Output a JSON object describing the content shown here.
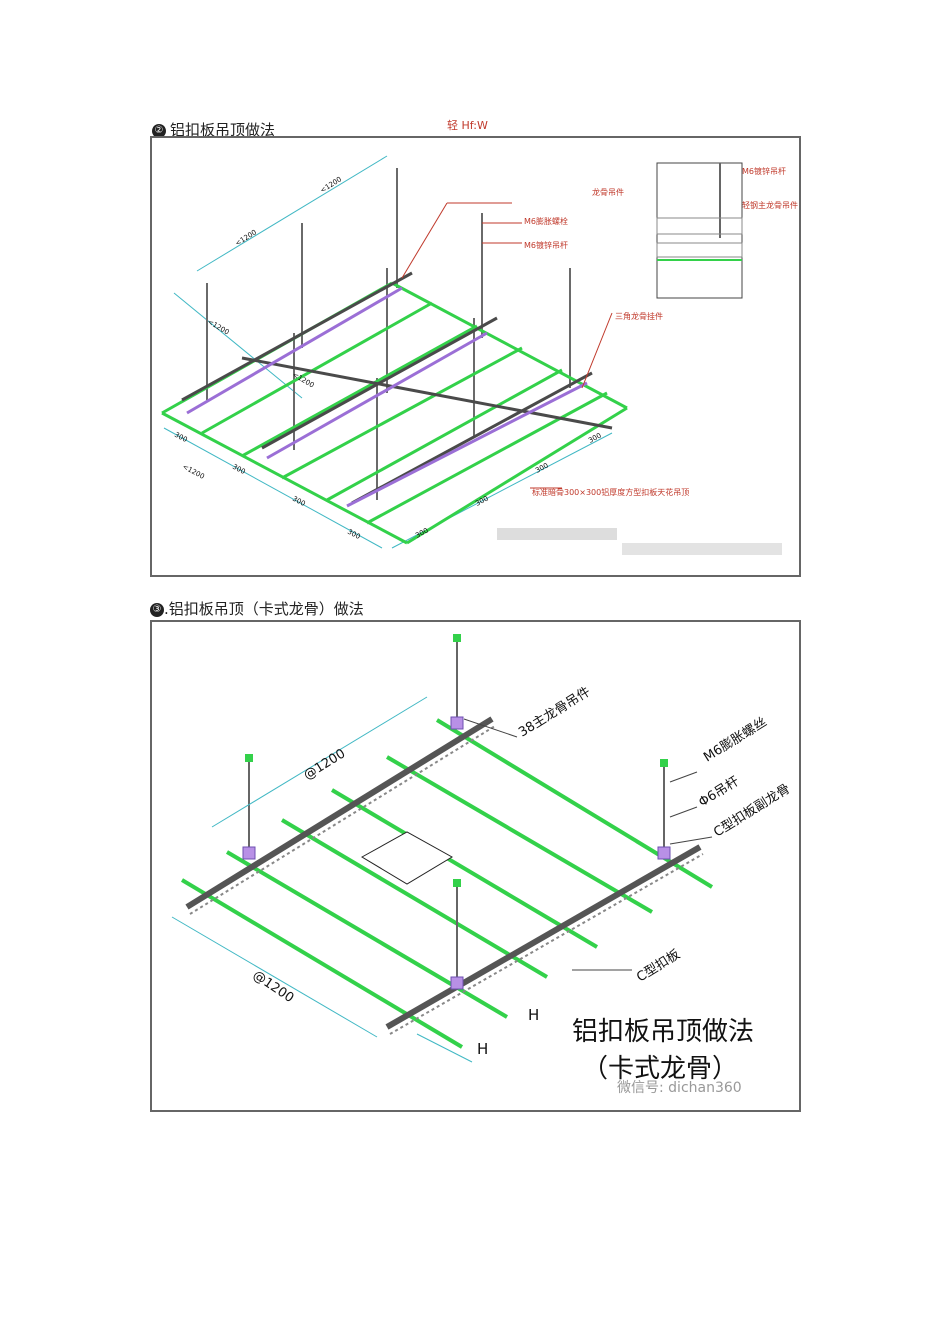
{
  "section2": {
    "number": "②",
    "title": "铝扣板吊顶做法",
    "stamp": "轻 Hf:W"
  },
  "figure1": {
    "labels": {
      "expansion_bolt": "M6膨胀螺栓",
      "galvanized_rod": "M6镀锌吊杆",
      "triangle_hanger": "三角龙骨挂件",
      "ceiling_note": "标准暗骨300×300铝厚度方型扣板天花吊顶",
      "detail_keel_hanger": "龙骨吊件",
      "detail_rod": "M6镀锌吊杆",
      "detail_main_keel": "轻钢主龙骨吊件"
    },
    "dims": {
      "top_a": "<1200",
      "top_b": "<1200",
      "left_a": "<1200",
      "left_b": "<1200",
      "front_a": "300",
      "front_b": "300",
      "front_c": "300",
      "front_d": "300",
      "bottom_a": "300",
      "bottom_b": "300",
      "bottom_c": "<1200",
      "right_a": "300",
      "right_b": "300"
    }
  },
  "section3": {
    "number": "③",
    "title": ".铝扣板吊顶（卡式龙骨）做法"
  },
  "figure2": {
    "labels": {
      "main_hanger": "38主龙骨吊件",
      "expansion_bolt": "M6膨胀螺丝",
      "rod": "Φ6吊杆",
      "c_keel": "C型扣板副龙骨",
      "c_panel": "C型扣板",
      "dim_top": "@1200",
      "dim_left": "@1200",
      "h1": "H",
      "h2": "H",
      "title_line1": "铝扣板吊顶做法",
      "title_line2": "（卡式龙骨）",
      "watermark": "微信号: dichan360"
    }
  },
  "colors": {
    "green": "#33d14a",
    "purple": "#9b6fd6",
    "dim": "#41b8c4",
    "red_label": "#c0392b",
    "rod": "#666666"
  }
}
